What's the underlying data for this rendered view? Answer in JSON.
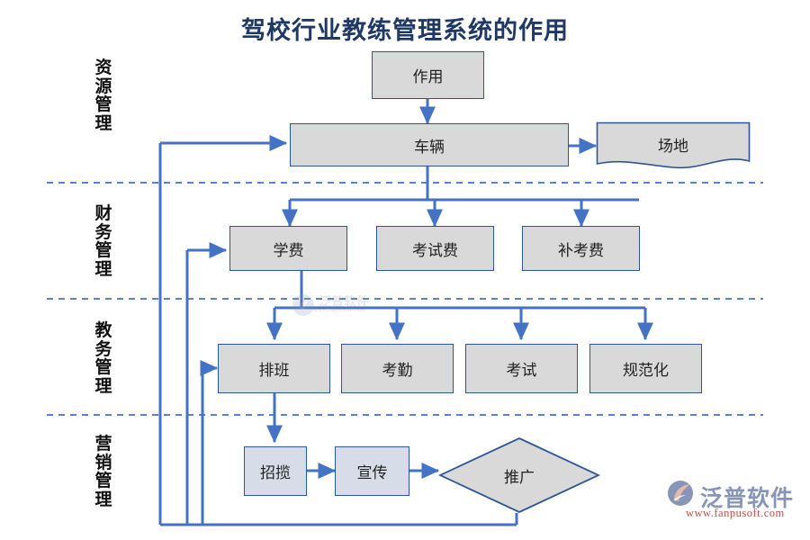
{
  "page": {
    "title": "驾校行业教练管理系统的作用",
    "accent_color": "#4472C4",
    "node_fill": "#D9D9D9",
    "node_alt_fill": "#D6DCE8",
    "node_border": "#2E5597",
    "title_color": "#1F3864",
    "divider_color": "#4472C4"
  },
  "lanes": [
    {
      "id": "lane-resource",
      "label": "资源管理"
    },
    {
      "id": "lane-finance",
      "label": "财务管理"
    },
    {
      "id": "lane-academic",
      "label": "教务管理"
    },
    {
      "id": "lane-marketing",
      "label": "营销管理"
    }
  ],
  "nodes": {
    "root": {
      "label": "作用",
      "shape": "rect"
    },
    "vehicle": {
      "label": "车辆",
      "shape": "rect"
    },
    "venue": {
      "label": "场地",
      "shape": "document"
    },
    "tuition": {
      "label": "学费",
      "shape": "rect"
    },
    "exam_fee": {
      "label": "考试费",
      "shape": "rect"
    },
    "retake_fee": {
      "label": "补考费",
      "shape": "rect"
    },
    "schedule": {
      "label": "排班",
      "shape": "rect"
    },
    "attendance": {
      "label": "考勤",
      "shape": "rect"
    },
    "exam": {
      "label": "考试",
      "shape": "rect"
    },
    "standard": {
      "label": "规范化",
      "shape": "rect"
    },
    "recruit": {
      "label": "招揽",
      "shape": "rect-blue"
    },
    "promote": {
      "label": "宣传",
      "shape": "rect-blue"
    },
    "marketing": {
      "label": "推广",
      "shape": "diamond"
    }
  },
  "branding": {
    "company": "泛普软件",
    "url": "www.fanpusoft.com"
  }
}
